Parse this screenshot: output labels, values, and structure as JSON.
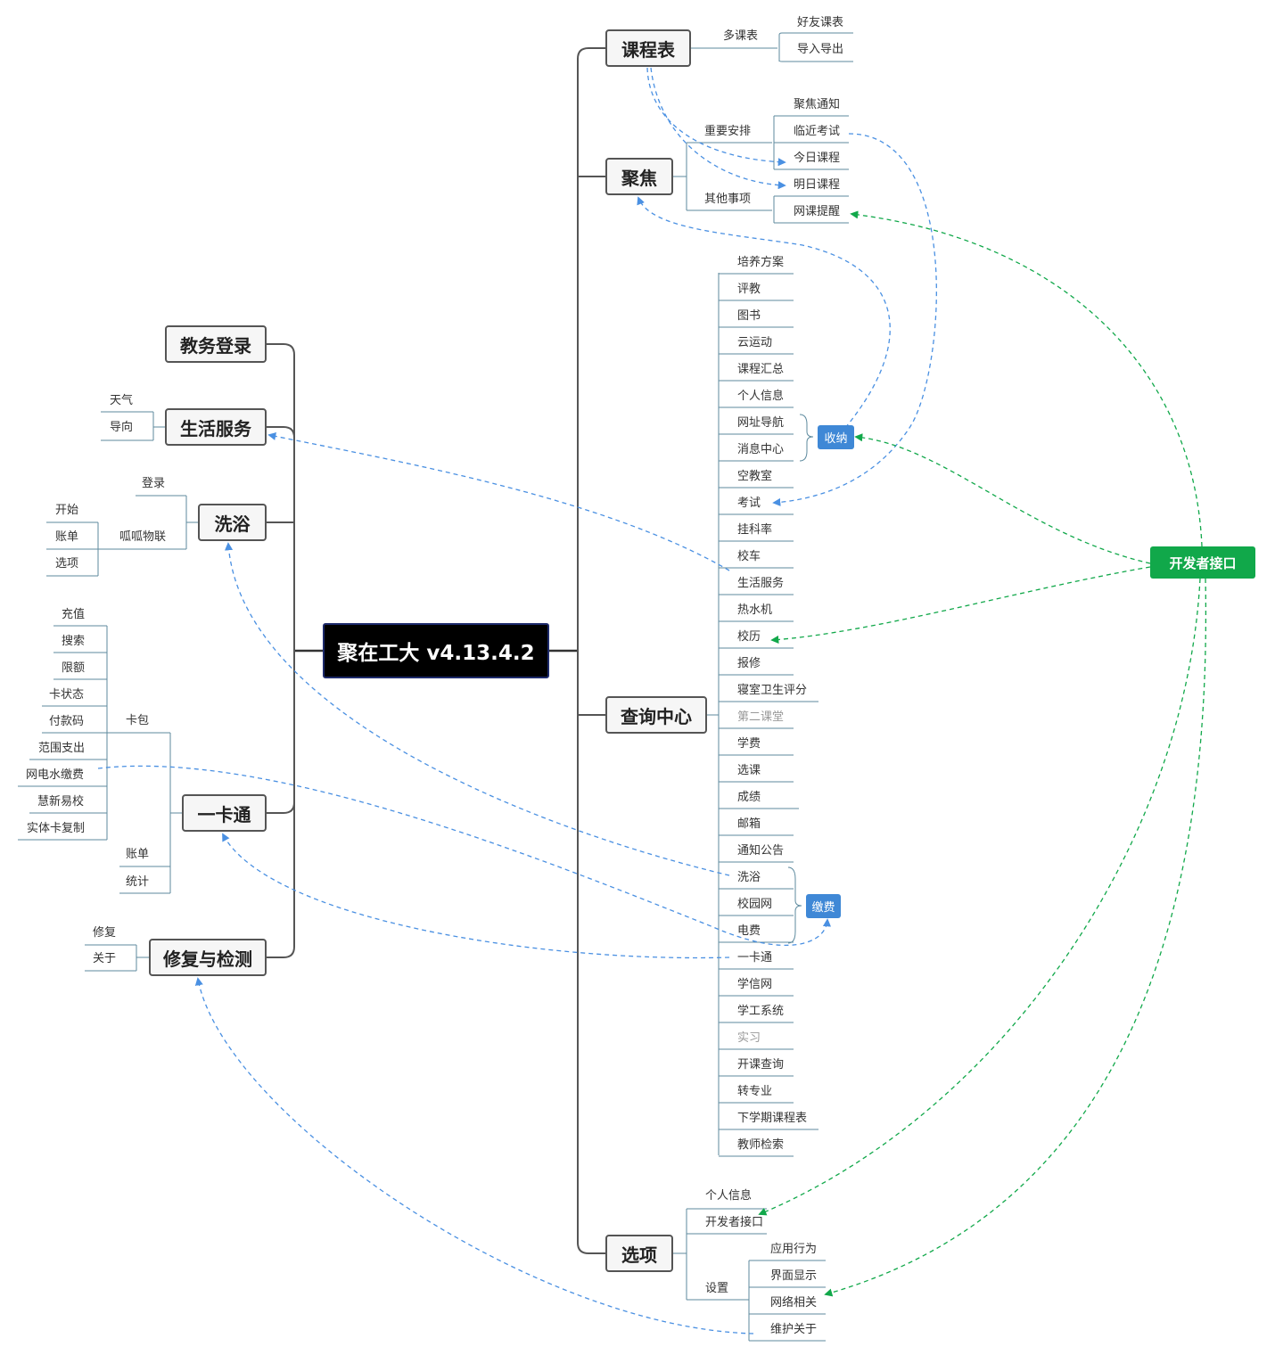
{
  "root": "聚在工大 v4.13.4.2",
  "colors": {
    "line": "#555555",
    "thin": "#5d8a9e",
    "blue_link": "#4a90e2",
    "green_link": "#11a84a",
    "summary": "#3f88d6",
    "developer": "#11a84a"
  },
  "right": {
    "kechengbiao": {
      "label": "课程表",
      "sub": "多课表",
      "items": [
        "好友课表",
        "导入导出"
      ]
    },
    "jujiao": {
      "label": "聚焦",
      "group1": "重要安排",
      "group2": "其他事项",
      "items": [
        "聚焦通知",
        "临近考试",
        "今日课程",
        "明日课程",
        "网课提醒"
      ]
    },
    "chaxun": {
      "label": "查询中心",
      "items": [
        "培养方案",
        "评教",
        "图书",
        "云运动",
        "课程汇总",
        "个人信息",
        "网址导航",
        "消息中心",
        "空教室",
        "考试",
        "挂科率",
        "校车",
        "生活服务",
        "热水机",
        "校历",
        "报修",
        "寝室卫生评分",
        "第二课堂",
        "学费",
        "选课",
        "成绩",
        "邮箱",
        "通知公告",
        "洗浴",
        "校园网",
        "电费",
        "一卡通",
        "学信网",
        "学工系统",
        "实习",
        "开课查询",
        "转专业",
        "下学期课程表",
        "教师检索"
      ],
      "summary1": "收纳",
      "summary2": "缴费"
    },
    "xuanxiang": {
      "label": "选项",
      "items": [
        "个人信息",
        "开发者接口"
      ],
      "settings": "设置",
      "setting_items": [
        "应用行为",
        "界面显示",
        "网络相关",
        "维护关于"
      ]
    }
  },
  "left": {
    "jiaowu": {
      "label": "教务登录"
    },
    "shenghuo": {
      "label": "生活服务",
      "items": [
        "天气",
        "导向"
      ]
    },
    "xiyu": {
      "label": "洗浴",
      "login": "登录",
      "wuliann": "呱呱物联",
      "items": [
        "开始",
        "账单",
        "选项"
      ]
    },
    "yikatong": {
      "label": "一卡通",
      "kabao": "卡包",
      "kabao_items": [
        "充值",
        "搜索",
        "限额",
        "卡状态",
        "付款码",
        "范围支出",
        "网电水缴费",
        "慧新易校",
        "实体卡复制"
      ],
      "items": [
        "账单",
        "统计"
      ]
    },
    "xiufu": {
      "label": "修复与检测",
      "items": [
        "修复",
        "关于"
      ]
    }
  },
  "developer": "开发者接口"
}
